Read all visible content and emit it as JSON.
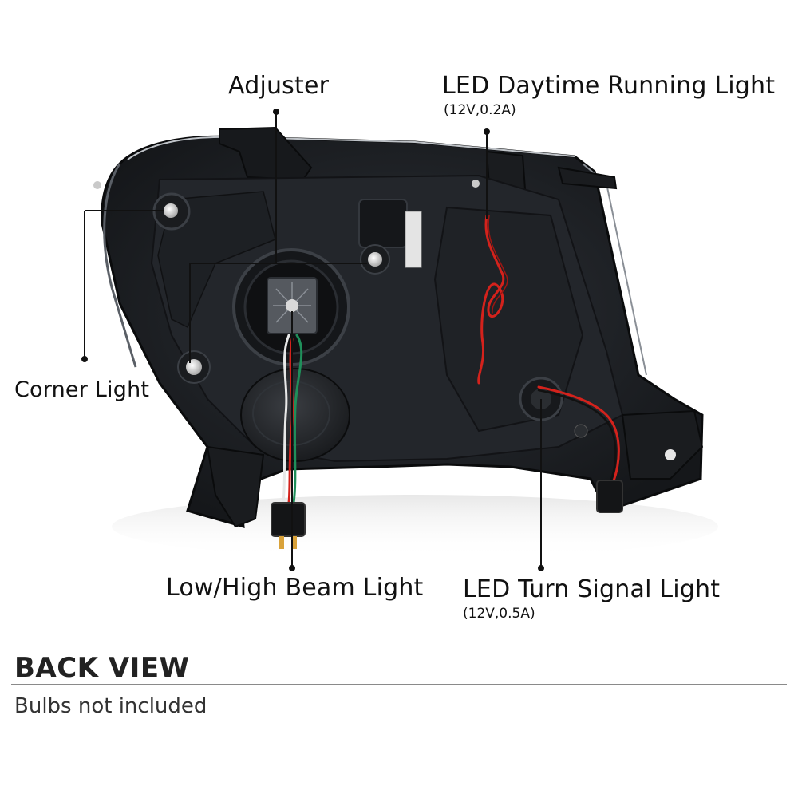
{
  "callouts": {
    "adjuster": {
      "label": "Adjuster"
    },
    "drl": {
      "label": "LED Daytime Running Light",
      "spec": "(12V,0.2A)"
    },
    "corner": {
      "label": "Corner Light"
    },
    "beam": {
      "label": "Low/High Beam Light"
    },
    "turn": {
      "label": "LED Turn Signal Light",
      "spec": "(12V,0.5A)"
    }
  },
  "footer": {
    "title": "BACK VIEW",
    "note": "Bulbs not included"
  },
  "colors": {
    "housing": "#1c1e22",
    "housing_edge": "#2e3238",
    "wire_red": "#d4221c",
    "wire_green": "#1f8f5a",
    "wire_white": "#e8e8e8",
    "callout_line": "#111111"
  },
  "icons": [
    "headlight-housing",
    "wiring-harness",
    "connector-plug"
  ]
}
